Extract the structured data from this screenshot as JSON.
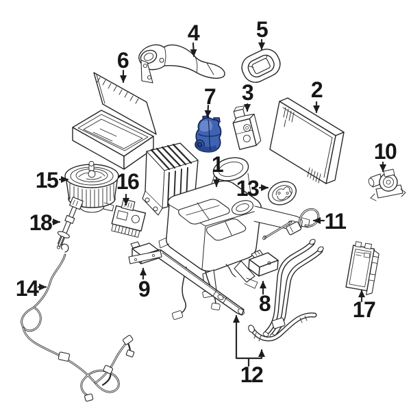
{
  "diagram": {
    "kind": "exploded-parts-diagram",
    "background": "#ffffff",
    "line_color": "#262626",
    "arrowhead_color": "#1c1c1c",
    "highlighted_callout": "7",
    "highlight": {
      "fill": "#3f63b2",
      "fill_dark": "#2a4890",
      "fill_light": "#8aa4dc",
      "stroke": "#13204f"
    },
    "callouts": [
      {
        "label": "1"
      },
      {
        "label": "2"
      },
      {
        "label": "3"
      },
      {
        "label": "4"
      },
      {
        "label": "5"
      },
      {
        "label": "6"
      },
      {
        "label": "7"
      },
      {
        "label": "8"
      },
      {
        "label": "9"
      },
      {
        "label": "10"
      },
      {
        "label": "11"
      },
      {
        "label": "12"
      },
      {
        "label": "13"
      },
      {
        "label": "14"
      },
      {
        "label": "15"
      },
      {
        "label": "16"
      },
      {
        "label": "17"
      },
      {
        "label": "18"
      }
    ]
  }
}
